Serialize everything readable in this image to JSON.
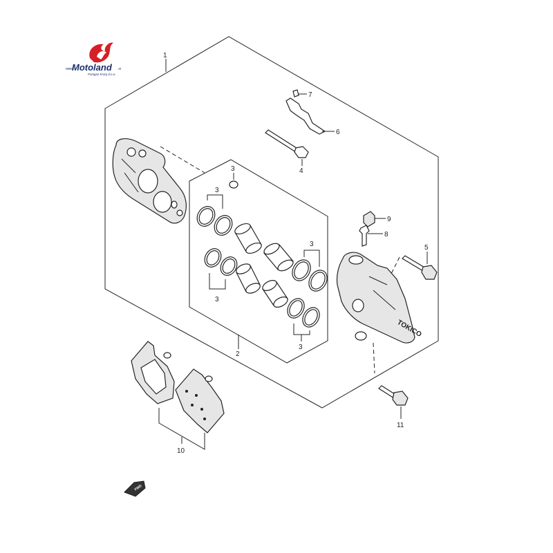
{
  "logo": {
    "prefix": "www.",
    "name": "Motoland",
    "suffix": ".si",
    "tagline": "Panigaz Kranj d.o.o.",
    "accent_color": "#d62027",
    "text_color": "#1a2f6b"
  },
  "diagram": {
    "callouts": {
      "c1": "1",
      "c2": "2",
      "c3a": "3",
      "c3b": "3",
      "c3c": "3",
      "c3d": "3",
      "c3e": "3",
      "c4": "4",
      "c5": "5",
      "c6": "6",
      "c7": "7",
      "c8": "8",
      "c9": "9",
      "c10": "10",
      "c11": "11"
    },
    "fwd_badge": "FWD",
    "caliper_brand": "TOKICO"
  }
}
